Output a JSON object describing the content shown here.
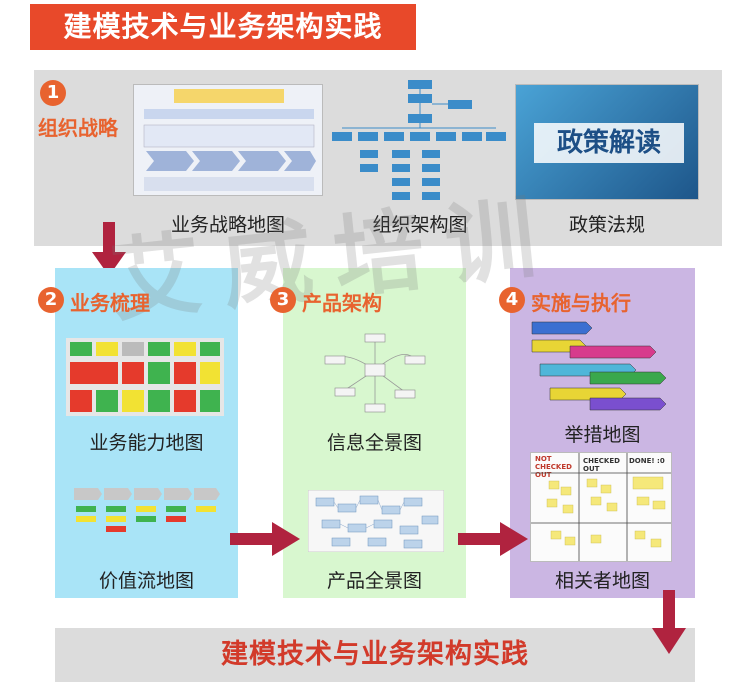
{
  "header": {
    "title": "建模技术与业务架构实践"
  },
  "watermark": "艾威培训",
  "section1": {
    "number": "1",
    "title": "组织战略",
    "items": [
      {
        "label": "业务战略地图"
      },
      {
        "label": "组织架构图"
      },
      {
        "label": "政策法规",
        "thumb_text": "政策解读"
      }
    ]
  },
  "section2": {
    "number": "2",
    "title": "业务梳理",
    "items": [
      {
        "label": "业务能力地图"
      },
      {
        "label": "价值流地图"
      }
    ]
  },
  "section3": {
    "number": "3",
    "title": "产品架构",
    "items": [
      {
        "label": "信息全景图"
      },
      {
        "label": "产品全景图"
      }
    ]
  },
  "section4": {
    "number": "4",
    "title": "实施与执行",
    "items": [
      {
        "label": "举措地图"
      },
      {
        "label": "相关者地图",
        "thumb_headers": [
          "NOT CHECKED OUT",
          "CHECKED OUT",
          "DONE! :0"
        ]
      }
    ]
  },
  "footer": {
    "title": "建模技术与业务架构实践"
  },
  "colors": {
    "accent": "#e8632f",
    "banner": "#e8492a",
    "arrow": "#b0233f",
    "blue_panel": "#a9e4f7",
    "green_panel": "#d8f7cf",
    "purple_panel": "#cbb6e3"
  }
}
